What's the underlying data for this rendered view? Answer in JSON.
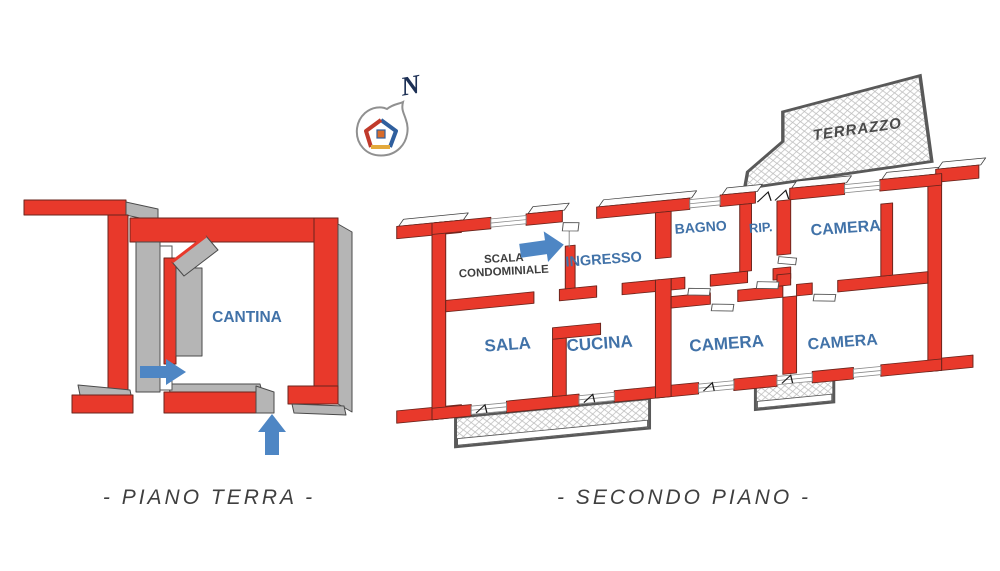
{
  "compass": {
    "north_label": "N"
  },
  "ground_floor": {
    "caption": "- PIANO  TERRA -",
    "rooms": {
      "cantina": "CANTINA"
    }
  },
  "second_floor": {
    "caption": "- SECONDO  PIANO -",
    "rooms": {
      "scala_condominiale_line1": "SCALA",
      "scala_condominiale_line2": "CONDOMINIALE",
      "ingresso": "INGRESSO",
      "bagno": "BAGNO",
      "ripostiglio": "RIP.",
      "camera_top": "CAMERA",
      "camera_center": "CAMERA",
      "camera_right": "CAMERA",
      "sala": "SALA",
      "cucina": "CUCINA",
      "terrazzo": "TERRAZZO"
    }
  },
  "colors": {
    "wall_red": "#e8392b",
    "wall_gray": "#b5b5b5",
    "label_blue": "#4172a8",
    "label_dark": "#3e3e3e",
    "arrow_blue": "#4e86c4",
    "terrazzo_border": "#595959",
    "caption_color": "#3f3f3f",
    "hatch_line": "#bdbdbd"
  }
}
